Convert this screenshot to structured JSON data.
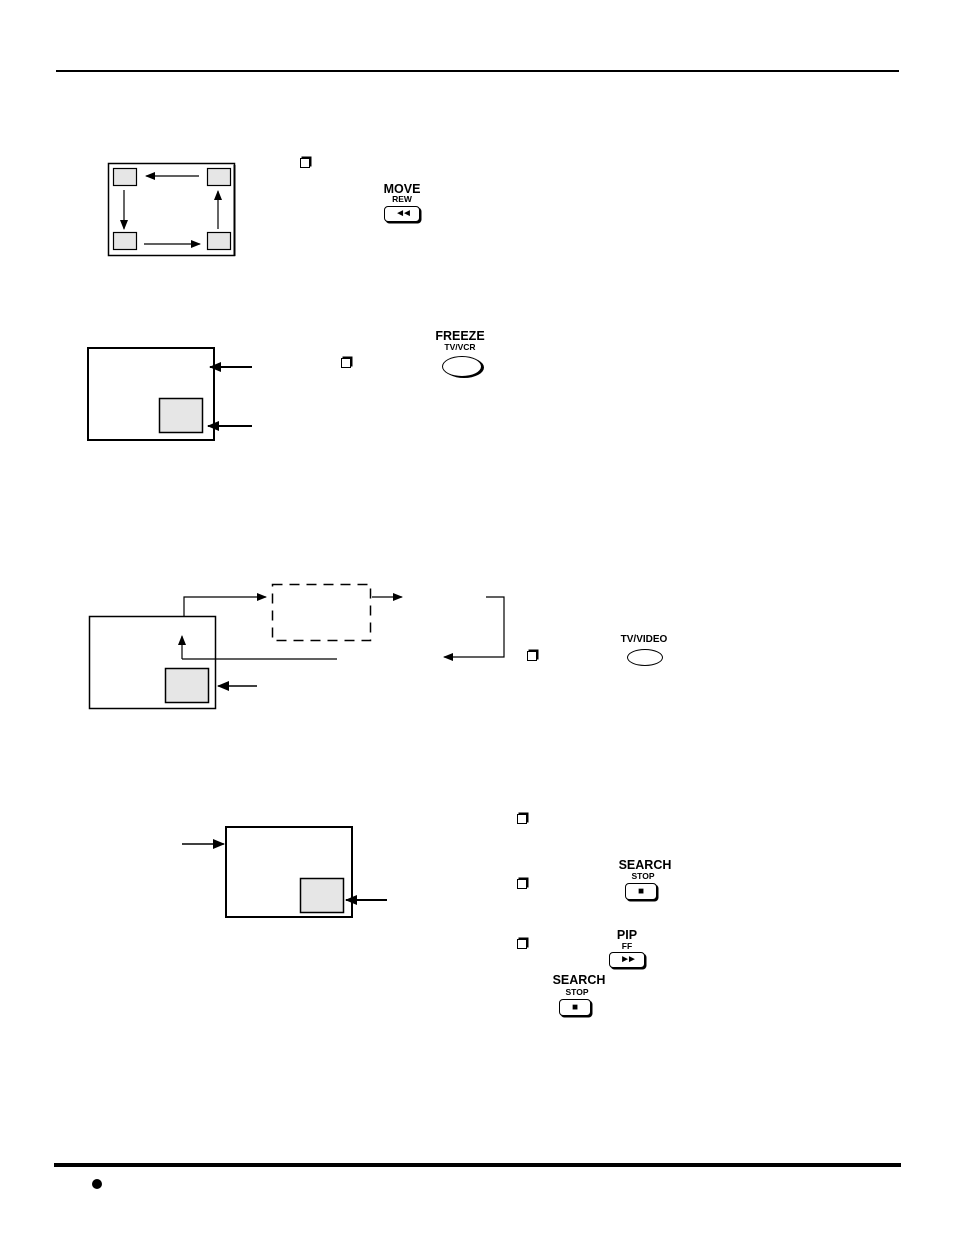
{
  "buttons": {
    "move": {
      "label": "MOVE",
      "sublabel": "REW",
      "icon": "rewind-icon"
    },
    "freeze": {
      "label": "FREEZE",
      "sublabel": "TV/VCR"
    },
    "tv_video": {
      "label": "TV/VIDEO"
    },
    "search_stop_1": {
      "label": "SEARCH",
      "sublabel": "STOP",
      "icon": "stop-icon"
    },
    "pip_ff": {
      "label": "PIP",
      "sublabel": "FF",
      "icon": "fast-forward-icon"
    },
    "search_stop_2": {
      "label": "SEARCH",
      "sublabel": "STOP",
      "icon": "stop-icon"
    }
  },
  "glyphs": {
    "rewind": "◄◄",
    "fast_forward": "►►",
    "stop": "■"
  },
  "colors": {
    "ink": "#000000",
    "pip_fill": "#e6e6e6",
    "page": "#ffffff"
  }
}
